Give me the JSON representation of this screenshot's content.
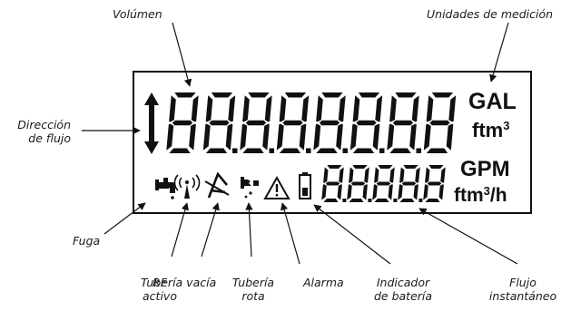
{
  "labels": {
    "volume": "Volúmen",
    "units": "Unidades de medición",
    "flow_direction_l1": "Dirección",
    "flow_direction_l2": "de flujo",
    "leak": "Fuga",
    "rf_l1": "RF",
    "rf_l2": "activo",
    "empty_pipe": "Tubería vacía",
    "broken_pipe_l1": "Tubería",
    "broken_pipe_l2": "rota",
    "alarm": "Alarma",
    "battery_l1": "Indicador",
    "battery_l2": "de batería",
    "flow_l1": "Flujo",
    "flow_l2": "instantáneo"
  },
  "display": {
    "volume_unit_1": "GAL",
    "volume_unit_2": "ftm",
    "volume_unit_2_sup": "3",
    "flow_unit_1": "GPM",
    "flow_unit_2": "ftm",
    "flow_unit_2_sup": "3",
    "flow_unit_2_suffix": "/h",
    "volume_digits": 8,
    "flow_digits": 5
  },
  "icons": [
    "flow-direction-arrow-icon",
    "leak-faucet-icon",
    "rf-antenna-icon",
    "empty-pipe-icon",
    "broken-pipe-icon",
    "alarm-warning-icon",
    "battery-icon"
  ]
}
